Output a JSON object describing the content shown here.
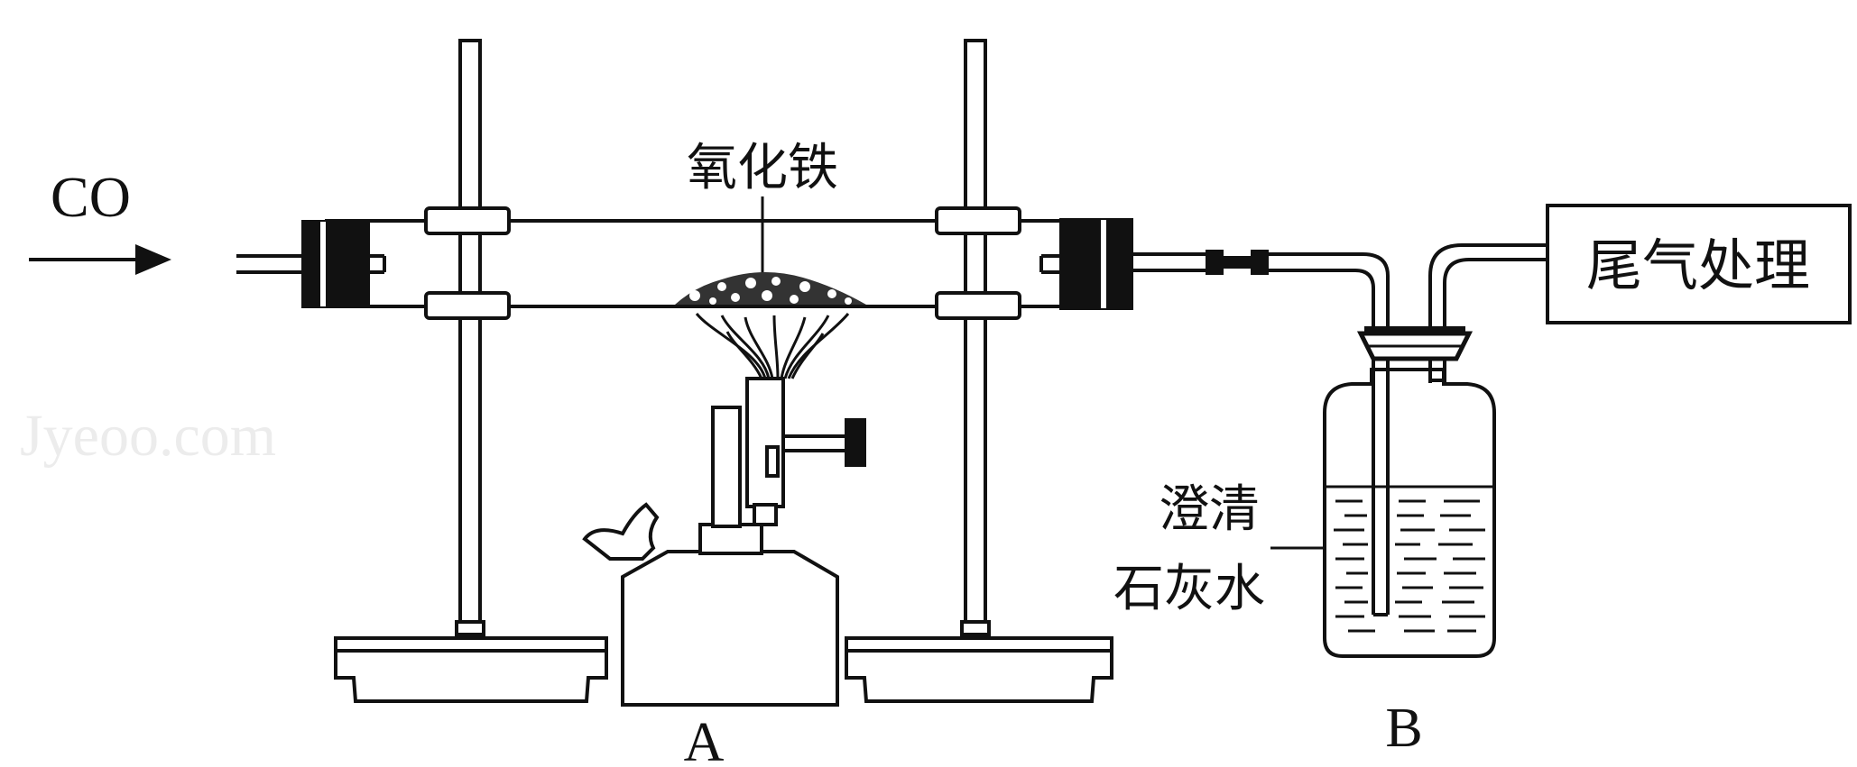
{
  "labels": {
    "gas_in": "CO",
    "sample": "氧化铁",
    "tail_gas_box": "尾气处理",
    "limewater_line1": "澄清",
    "limewater_line2": "石灰水",
    "apparatus_a": "A",
    "apparatus_b": "B"
  },
  "watermark": "Jyeoo.com",
  "colors": {
    "ink": "#111111",
    "paper": "#ffffff",
    "watermark": "#ececec"
  }
}
